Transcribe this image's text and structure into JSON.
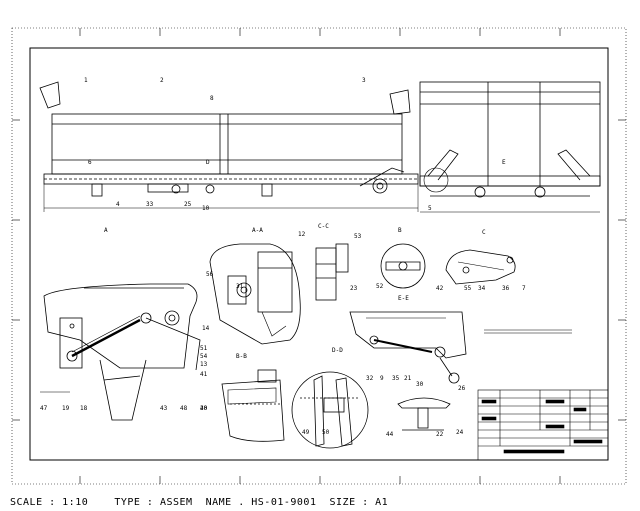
{
  "footer": {
    "text": "SCALE : 1:10    TYPE : ASSEM  NAME . HS-01-9001  SIZE : A1"
  },
  "views": {
    "section_aa": "A-A",
    "section_bb": "B-B",
    "section_cc": "C-C",
    "section_dd": "D-D",
    "section_ee": "E-E",
    "detail_b": "B",
    "detail_c": "C",
    "view_a": "A",
    "view_e": "E",
    "view_d": "D"
  },
  "balloons": [
    "1",
    "2",
    "3",
    "4",
    "5",
    "6",
    "7",
    "8",
    "9",
    "10",
    "12",
    "13",
    "14",
    "18",
    "19",
    "20",
    "21",
    "22",
    "23",
    "24",
    "25",
    "26",
    "30",
    "31",
    "32",
    "33",
    "34",
    "35",
    "36",
    "40",
    "41",
    "42",
    "43",
    "44",
    "47",
    "48",
    "49",
    "50",
    "51",
    "52",
    "53",
    "54",
    "55",
    "56"
  ]
}
